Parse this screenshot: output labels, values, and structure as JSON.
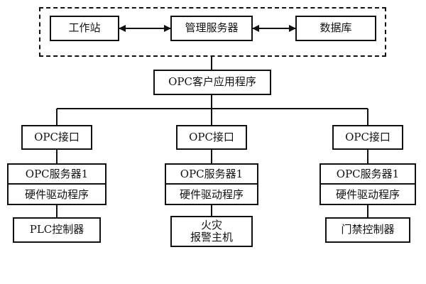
{
  "top_group": {
    "workstation": "工作站",
    "management_server": "管理服务器",
    "database": "数据库"
  },
  "client_app": "OPC客户应用程序",
  "branches": [
    {
      "interface": "OPC接口",
      "server": "OPC服务器1",
      "driver": "硬件驱动程序",
      "device_lines": [
        "PLC控制器"
      ]
    },
    {
      "interface": "OPC接口",
      "server": "OPC服务器1",
      "driver": "硬件驱动程序",
      "device_lines": [
        "火灾",
        "报警主机"
      ]
    },
    {
      "interface": "OPC接口",
      "server": "OPC服务器1",
      "driver": "硬件驱动程序",
      "device_lines": [
        "门禁控制器"
      ]
    }
  ]
}
